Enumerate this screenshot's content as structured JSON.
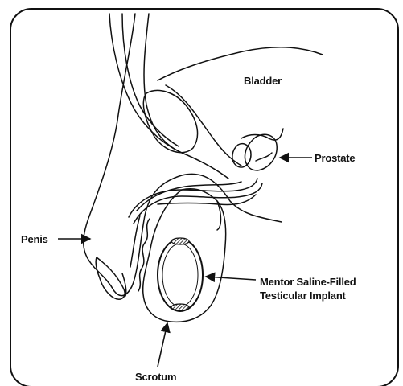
{
  "labels": {
    "bladder": "Bladder",
    "prostate": "Prostate",
    "penis": "Penis",
    "implant_line1": "Mentor Saline-Filled",
    "implant_line2": "Testicular Implant",
    "scrotum": "Scrotum"
  },
  "colors": {
    "stroke": "#111111",
    "fill": "#ffffff",
    "background": "#ffffff"
  }
}
